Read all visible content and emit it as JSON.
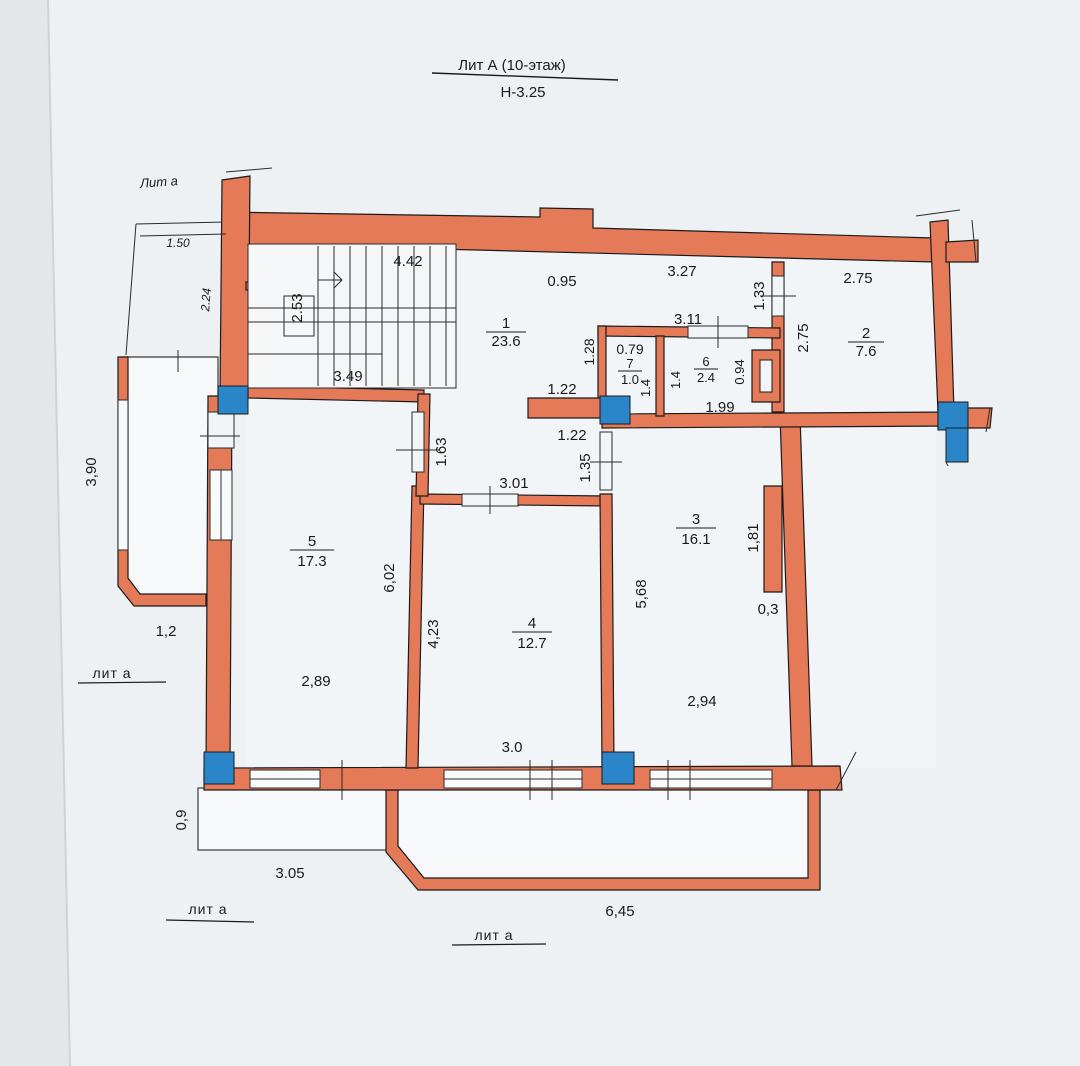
{
  "plan": {
    "title": "Лит А (10-этаж)",
    "height_label": "Н-3.25",
    "mark_top_left": "Лит а",
    "colors": {
      "paper": "#ecf1f5",
      "wall": "#e47a57",
      "wall_stroke": "#1b1b1b",
      "column": "#2a86c9",
      "text": "#1a1a1a"
    },
    "rooms": [
      {
        "id": "1",
        "number": "1",
        "area": "23.6"
      },
      {
        "id": "2",
        "number": "2",
        "area": "7.6"
      },
      {
        "id": "3",
        "number": "3",
        "area": "16.1"
      },
      {
        "id": "4",
        "number": "4",
        "area": "12.7"
      },
      {
        "id": "5",
        "number": "5",
        "area": "17.3"
      },
      {
        "id": "6",
        "number": "6",
        "area": "2.4"
      },
      {
        "id": "7",
        "number": "7",
        "area": "1.0"
      }
    ],
    "dimensions": {
      "balcony_top_width": "1.50",
      "balcony_top_depth": "2.24",
      "stair_length": "4.42",
      "stair_width": "2.53",
      "stair_bottom": "3.49",
      "hall_top_niche": "0.95",
      "hall_top": "3.27",
      "room2_width": "2.75",
      "room2_height": "2.75",
      "room2_door": "1.33",
      "bath_width": "3.11",
      "room7_width": "0.79",
      "room7_height": "1.28",
      "room7_depth": "1.4",
      "room6_depth": "1.4",
      "room6_width": "0.94",
      "room6_bottom": "1.99",
      "hall_wall_1": "1.22",
      "hall_wall_2": "1.22",
      "hall_door_left": "1.63",
      "hall_door_right": "1.35",
      "room4_top": "3.01",
      "balcony_left_height": "3,90",
      "balcony_left_bottom": "1,2",
      "room5_height": "6,02",
      "room5_width": "2,89",
      "room4_height": "4,23",
      "room4_width": "3.0",
      "room3_height": "5,68",
      "room3_niche": "1,81",
      "room3_niche_depth": "0,3",
      "room3_width": "2,94",
      "loggia_left_depth": "0,9",
      "loggia_left_width": "3.05",
      "loggia_right_width": "6,45"
    },
    "lit_marks": [
      "лит а",
      "лит а",
      "лит а"
    ]
  }
}
